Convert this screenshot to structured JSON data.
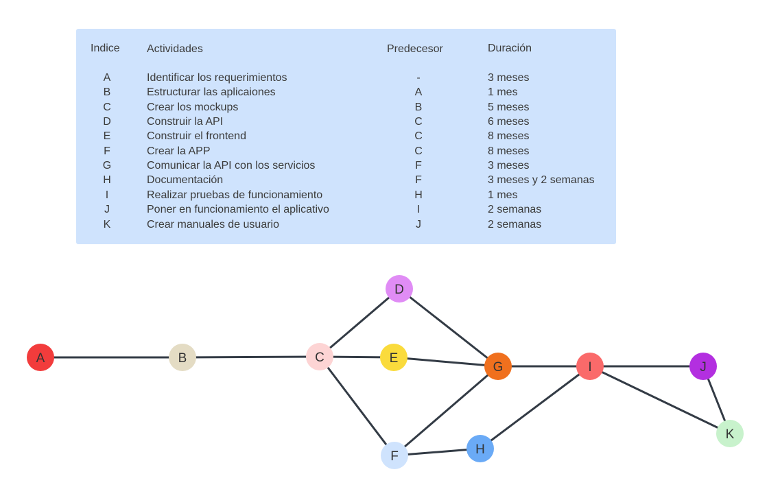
{
  "table": {
    "headers": {
      "index": "Indice",
      "activity": "Actividades",
      "predecessor": "Predecesor",
      "duration": "Duración"
    },
    "rows": [
      {
        "index": "A",
        "activity": "Identificar los requerimientos",
        "predecessor": "-",
        "duration": "3 meses"
      },
      {
        "index": "B",
        "activity": "Estructurar las aplicaiones",
        "predecessor": "A",
        "duration": "1 mes"
      },
      {
        "index": "C",
        "activity": "Crear los mockups",
        "predecessor": "B",
        "duration": "5 meses"
      },
      {
        "index": "D",
        "activity": "Construir la API",
        "predecessor": "C",
        "duration": "6 meses"
      },
      {
        "index": "E",
        "activity": "Construir el frontend",
        "predecessor": "C",
        "duration": "8 meses"
      },
      {
        "index": "F",
        "activity": "Crear la APP",
        "predecessor": "C",
        "duration": "8 meses"
      },
      {
        "index": "G",
        "activity": "Comunicar la API con los servicios",
        "predecessor": "F",
        "duration": "3 meses"
      },
      {
        "index": "H",
        "activity": "Documentación",
        "predecessor": "F",
        "duration": "3 meses y 2 semanas"
      },
      {
        "index": "I",
        "activity": "Realizar pruebas de funcionamiento",
        "predecessor": "H",
        "duration": "1 mes"
      },
      {
        "index": "J",
        "activity": "Poner en funcionamiento el aplicativo",
        "predecessor": "I",
        "duration": "2 semanas"
      },
      {
        "index": "K",
        "activity": "Crear manuales de usuario",
        "predecessor": "J",
        "duration": "2 semanas"
      }
    ]
  },
  "graph": {
    "nodes": [
      {
        "id": "A",
        "label": "A",
        "color": "#f23c3c"
      },
      {
        "id": "B",
        "label": "B",
        "color": "#e4dcc4"
      },
      {
        "id": "C",
        "label": "C",
        "color": "#fdd4d4"
      },
      {
        "id": "D",
        "label": "D",
        "color": "#e08cf5"
      },
      {
        "id": "E",
        "label": "E",
        "color": "#fadb3c"
      },
      {
        "id": "F",
        "label": "F",
        "color": "#cfe3fd"
      },
      {
        "id": "G",
        "label": "G",
        "color": "#f0701e"
      },
      {
        "id": "H",
        "label": "H",
        "color": "#6aaaf6"
      },
      {
        "id": "I",
        "label": "I",
        "color": "#fa6a6a"
      },
      {
        "id": "J",
        "label": "J",
        "color": "#b32fe0"
      },
      {
        "id": "K",
        "label": "K",
        "color": "#c8f2cc"
      }
    ],
    "edges": [
      [
        "A",
        "B"
      ],
      [
        "B",
        "C"
      ],
      [
        "C",
        "D"
      ],
      [
        "C",
        "E"
      ],
      [
        "C",
        "F"
      ],
      [
        "D",
        "G"
      ],
      [
        "E",
        "G"
      ],
      [
        "F",
        "G"
      ],
      [
        "F",
        "H"
      ],
      [
        "G",
        "I"
      ],
      [
        "H",
        "I"
      ],
      [
        "I",
        "J"
      ],
      [
        "I",
        "K"
      ],
      [
        "J",
        "K"
      ]
    ],
    "edge_color": "#333b45"
  }
}
